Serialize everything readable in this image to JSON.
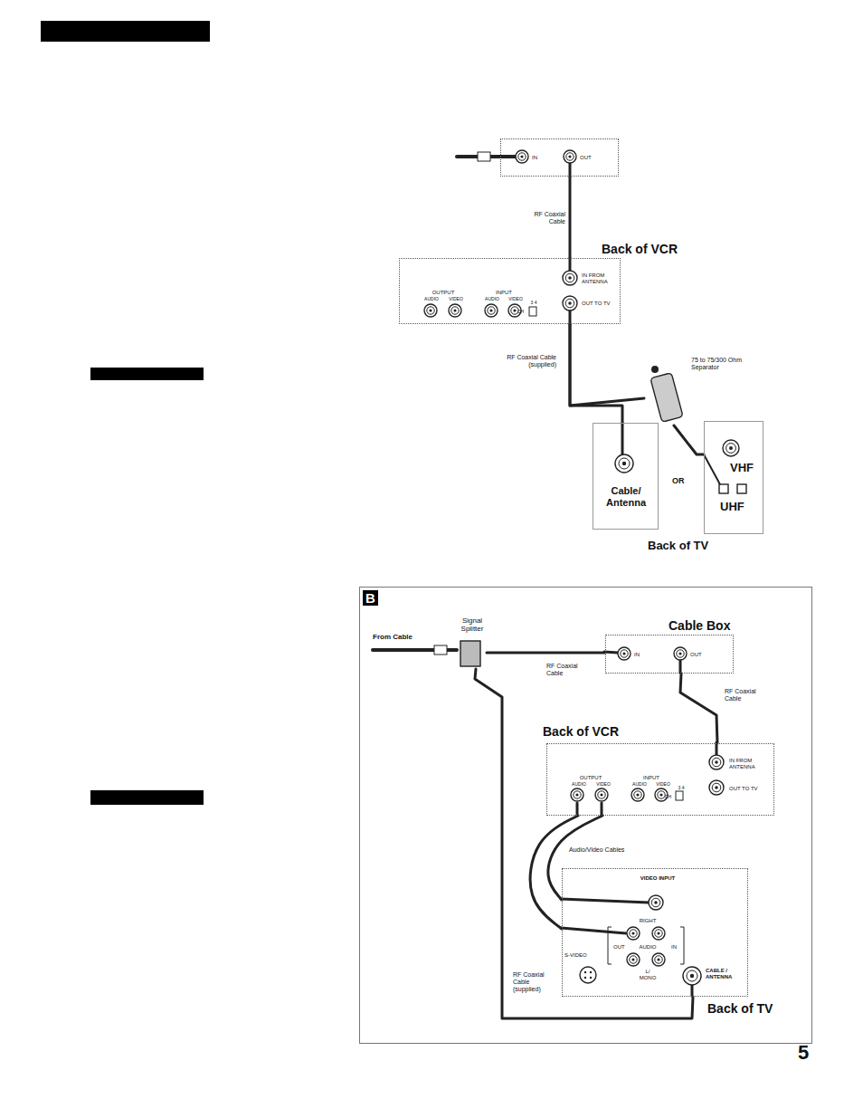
{
  "diagram": {
    "nodes": [
      {
        "text": [
          "IN",
          "OUT"
        ]
      },
      {
        "text": [
          "Back of VCR",
          "IN FROM ANTENNA",
          "OUT TO TV",
          "OUTPUT",
          "AUDIO",
          "VIDEO",
          "INPUT",
          "AUDIO",
          "VIDEO",
          "CH",
          "3 4"
        ]
      },
      {
        "text": [
          "75 to 75/300 Ohm Separator"
        ]
      },
      {
        "text": [
          "Cable/ Antenna"
        ]
      },
      {
        "text": [
          "VHF",
          "UHF"
        ]
      },
      {
        "text": [
          "B"
        ]
      },
      {
        "text": [
          "Signal Splitter"
        ],
        "in": 5
      },
      {
        "text": [
          "Cable Box",
          "IN",
          "OUT"
        ],
        "in": 5
      },
      {
        "text": [
          "Back of VCR",
          "IN FROM ANTENNA",
          "OUT TO TV",
          "OUTPUT",
          "AUDIO",
          "VIDEO",
          "INPUT",
          "AUDIO",
          "VIDEO",
          "CH",
          "3 4"
        ],
        "in": 5
      },
      {
        "text": [
          "VIDEO INPUT",
          "RIGHT",
          "OUT",
          "AUDIO",
          "IN",
          "S-VIDEO",
          "L/ MONO",
          "CABLE / ANTENNA",
          "Back of TV"
        ],
        "in": 5
      }
    ],
    "edges": [
      {
        "from": 0,
        "to": 1,
        "label": "RF Coaxial Cable",
        "arrow": "none"
      },
      {
        "from": 1,
        "to": 3,
        "label": "RF Coaxial Cable (supplied)",
        "arrow": "none"
      },
      {
        "from": 1,
        "to": 2,
        "arrow": "none"
      },
      {
        "from": 2,
        "to": 4,
        "arrow": "none"
      },
      {
        "from": 6,
        "to": 7,
        "label": "RF Coaxial Cable",
        "arrow": "none"
      },
      {
        "from": 7,
        "to": 8,
        "label": "RF Coaxial Cable",
        "arrow": "none"
      },
      {
        "from": 8,
        "to": 9,
        "label": "Audio/Video Cables",
        "arrow": "none"
      },
      {
        "from": 8,
        "to": 9,
        "arrow": "none"
      },
      {
        "from": 6,
        "to": 9,
        "label": "RF Coaxial Cable (supplied)",
        "arrow": "none"
      }
    ],
    "labels": [
      "OR",
      "Back of TV",
      "From Cable",
      "5"
    ]
  }
}
